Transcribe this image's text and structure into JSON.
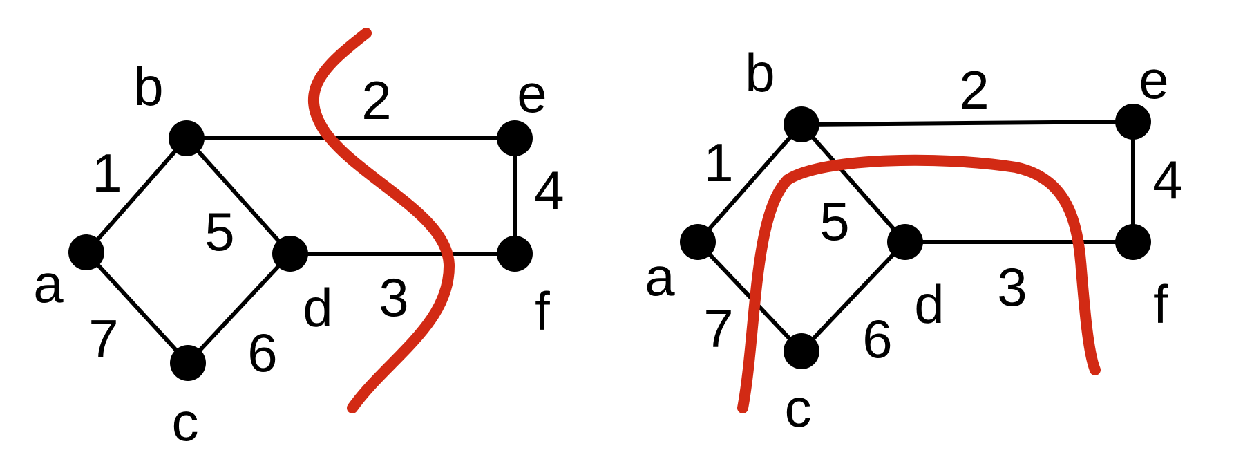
{
  "colors": {
    "node": "#000000",
    "edge": "#000000",
    "cut": "#d22a14"
  },
  "graphs": [
    {
      "name": "left",
      "nodes": [
        {
          "id": "a",
          "label": "a"
        },
        {
          "id": "b",
          "label": "b"
        },
        {
          "id": "c",
          "label": "c"
        },
        {
          "id": "d",
          "label": "d"
        },
        {
          "id": "e",
          "label": "e"
        },
        {
          "id": "f",
          "label": "f"
        }
      ],
      "edges": [
        {
          "from": "a",
          "to": "b",
          "weight": "1"
        },
        {
          "from": "b",
          "to": "e",
          "weight": "2"
        },
        {
          "from": "d",
          "to": "f",
          "weight": "3"
        },
        {
          "from": "e",
          "to": "f",
          "weight": "4"
        },
        {
          "from": "b",
          "to": "d",
          "weight": "5"
        },
        {
          "from": "c",
          "to": "d",
          "weight": "6"
        },
        {
          "from": "a",
          "to": "c",
          "weight": "7"
        }
      ]
    },
    {
      "name": "right",
      "nodes": [
        {
          "id": "a",
          "label": "a"
        },
        {
          "id": "b",
          "label": "b"
        },
        {
          "id": "c",
          "label": "c"
        },
        {
          "id": "d",
          "label": "d"
        },
        {
          "id": "e",
          "label": "e"
        },
        {
          "id": "f",
          "label": "f"
        }
      ],
      "edges": [
        {
          "from": "a",
          "to": "b",
          "weight": "1"
        },
        {
          "from": "b",
          "to": "e",
          "weight": "2"
        },
        {
          "from": "d",
          "to": "f",
          "weight": "3"
        },
        {
          "from": "e",
          "to": "f",
          "weight": "4"
        },
        {
          "from": "b",
          "to": "d",
          "weight": "5"
        },
        {
          "from": "c",
          "to": "d",
          "weight": "6"
        },
        {
          "from": "a",
          "to": "c",
          "weight": "7"
        }
      ]
    }
  ]
}
